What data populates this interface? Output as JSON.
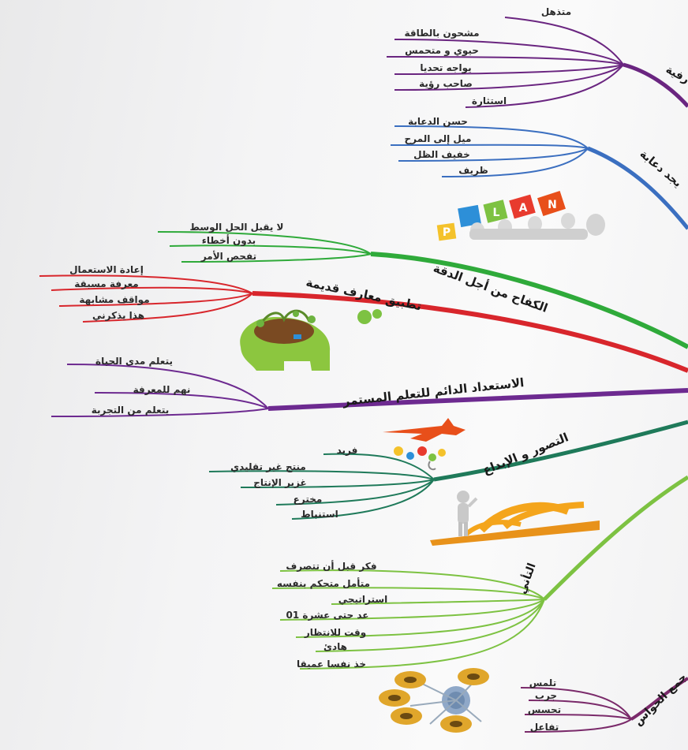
{
  "colors": {
    "purple": "#6a2580",
    "blue": "#3b6fc0",
    "green": "#2faa3a",
    "red": "#d8262c",
    "violet": "#6d2a90",
    "teal": "#1f7a5a",
    "lime": "#7dc242",
    "plum": "#7a2a6a"
  },
  "branches": [
    {
      "title": "رفية",
      "leaves": [
        "متذهل",
        "مشحون بالطاقة",
        "حيوي و متحمس",
        "يواجه تحديا",
        "صاحب رؤية",
        "استثارة"
      ]
    },
    {
      "title": "يجد دعابة",
      "leaves": [
        "حسن الدعابة",
        "ميل إلى المرح",
        "خفيف الظل",
        "ظريف"
      ]
    },
    {
      "title": "الكفاح من أجل الدقة",
      "leaves": [
        "لا يقبل الحل الوسط",
        "بدون أخطاء",
        "تفحص الأمر"
      ]
    },
    {
      "title": "تطبيق معارف قديمة",
      "leaves": [
        "إعادة الاستعمال",
        "معرفة مسبقة",
        "مواقف مشابهة",
        "هذا يذكرني"
      ]
    },
    {
      "title": "الاستعداد الدائم للتعلم المستمر",
      "leaves": [
        "يتعلم مدى الحياة",
        "نهم للمعرفة",
        "يتعلم من التجربة"
      ]
    },
    {
      "title": "التصور و الإبداع",
      "leaves": [
        "فريد",
        "منتج غير تقليدي",
        "غزير الإنتاج",
        "مخترع",
        "استنباط"
      ]
    },
    {
      "title": "التأني",
      "leaves": [
        "فكر قبل أن تتصرف",
        "متأمل متحكم بنفسه",
        "استراتيجي",
        "عد حتى عشرة 01",
        "وقت للانتظار",
        "هادئ",
        "خذ نفسا عميقا"
      ]
    },
    {
      "title": "جمع الحواس",
      "leaves": [
        "تلمس",
        "جرب",
        "تحسس",
        "تفاعل"
      ]
    }
  ],
  "images": {
    "plan_letters": [
      "P",
      "L",
      "A",
      "N"
    ]
  }
}
